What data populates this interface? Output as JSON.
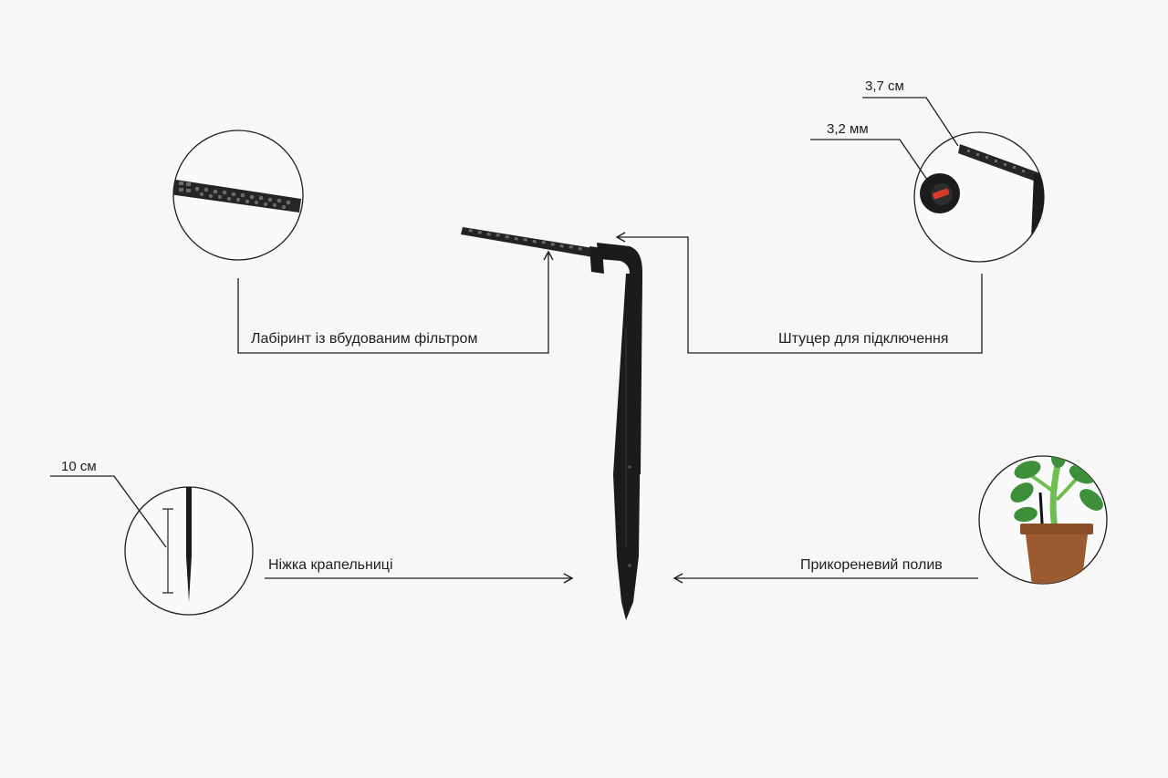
{
  "colors": {
    "background": "#f7f7f7",
    "product": "#1b1b1b",
    "line": "#1e1e1e",
    "pot": "#9c5a30",
    "leaf": "#3d8f3a",
    "stem": "#6ebf4f",
    "highlight": "#d93a2a"
  },
  "labels": {
    "labyrinth": "Лабіринт із вбудованим фільтром",
    "fitting": "Штуцер для підключення",
    "leg": "Ніжка крапельниці",
    "root_watering": "Прикореневий полив"
  },
  "dimensions": {
    "fitting_length": "3,7 см",
    "fitting_diameter": "3,2 мм",
    "leg_length": "10 см"
  },
  "icons": {
    "labyrinth_detail": "labyrinth-closeup-icon",
    "fitting_detail": "fitting-closeup-icon",
    "leg_detail": "leg-closeup-icon",
    "plant": "potted-plant-icon",
    "dripper": "angled-dripper-icon"
  }
}
